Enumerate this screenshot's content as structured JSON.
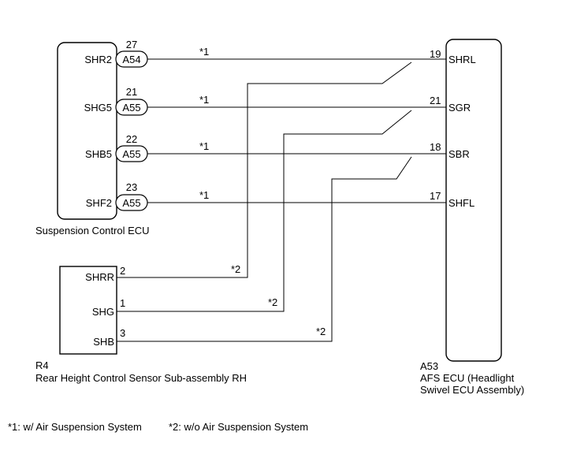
{
  "ecu_suspension": {
    "name": "Suspension Control ECU",
    "pins": [
      {
        "label": "SHR2",
        "pin": "27",
        "connector": "A54",
        "note": "*1"
      },
      {
        "label": "SHG5",
        "pin": "21",
        "connector": "A55",
        "note": "*1"
      },
      {
        "label": "SHB5",
        "pin": "22",
        "connector": "A55",
        "note": "*1"
      },
      {
        "label": "SHF2",
        "pin": "23",
        "connector": "A55",
        "note": "*1"
      }
    ]
  },
  "ecu_afs": {
    "code": "A53",
    "name_line1": "AFS ECU (Headlight",
    "name_line2": "Swivel ECU Assembly)",
    "pins": [
      {
        "label": "SHRL",
        "pin": "19"
      },
      {
        "label": "SGR",
        "pin": "21"
      },
      {
        "label": "SBR",
        "pin": "18"
      },
      {
        "label": "SHFL",
        "pin": "17"
      }
    ]
  },
  "sensor": {
    "code": "R4",
    "name": "Rear Height Control Sensor Sub-assembly RH",
    "pins": [
      {
        "label": "SHRR",
        "pin": "2",
        "note": "*2"
      },
      {
        "label": "SHG",
        "pin": "1",
        "note": "*2"
      },
      {
        "label": "SHB",
        "pin": "3",
        "note": "*2"
      }
    ]
  },
  "footnotes": {
    "note1": "*1: w/ Air Suspension System",
    "note2": "*2: w/o Air Suspension System"
  }
}
